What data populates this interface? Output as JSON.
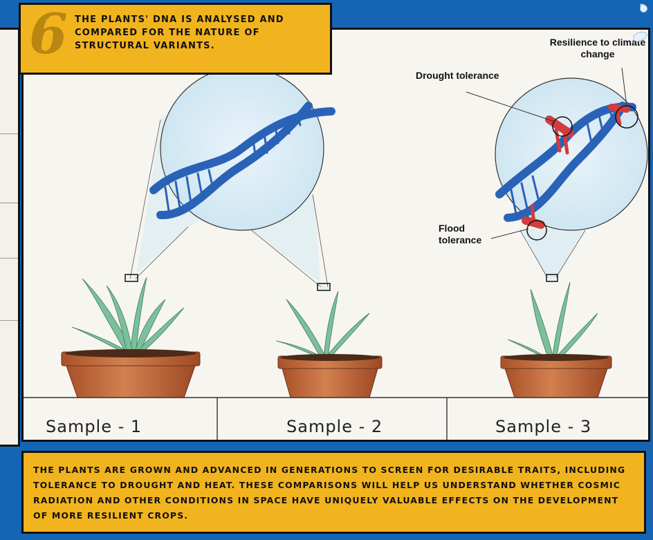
{
  "step": {
    "number": "6",
    "caption": "The plants' DNA is analysed and compared for the nature of structural variants."
  },
  "callouts": {
    "drought": "Drought tolerance",
    "resilience": "Resilience to climate change",
    "flood": "Flood tolerance"
  },
  "samples": [
    "Sample - 1",
    "Sample - 2",
    "Sample - 3"
  ],
  "bottom_caption": "The plants are grown and advanced in generations to screen for desirable traits, including tolerance to drought and heat. These comparisons will help us understand whether cosmic radiation and other conditions in space have uniquely valuable effects on the development of more resilient crops.",
  "colors": {
    "background": "#1565b4",
    "caption_fill": "#f2b41e",
    "dna_blue": "#2a62b8",
    "dna_red": "#d23c3c",
    "pot": "#c56a3d",
    "leaf": "#7cbf9c"
  }
}
